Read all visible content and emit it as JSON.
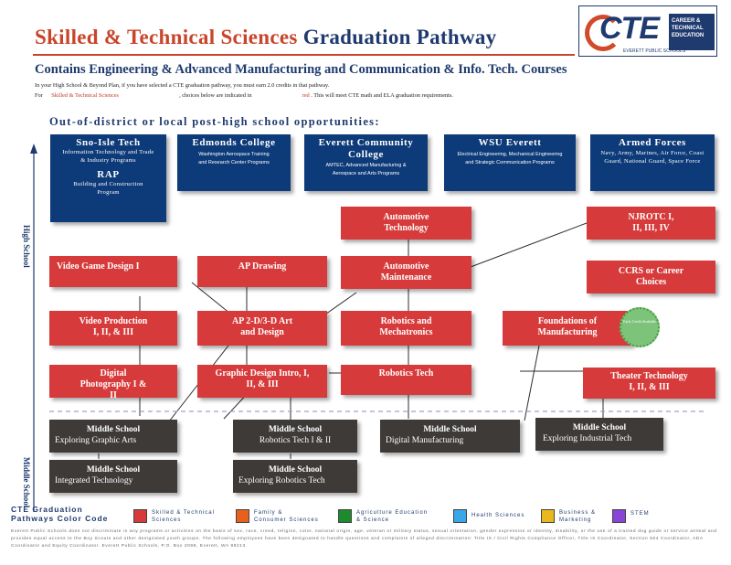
{
  "header": {
    "title_part1": "Skilled & Technical Sciences",
    "title_part2": "Graduation Pathway",
    "subtitle": "Contains Engineering & Advanced Manufacturing and Communication & Info. Tech. Courses",
    "intro_line1": "In your High School & Beyond Plan, if you have selected a CTE graduation pathway, you must earn 2.0 credits in that pathway.",
    "intro_line2_a": "For",
    "intro_line2_b": "Skilled & Technical Sciences",
    "intro_line2_c": ", choices below are indicated in",
    "intro_line2_d": "red",
    "intro_line2_e": ". This will meet CTE math and ELA graduation requirements."
  },
  "logo": {
    "text": "CTE",
    "box_text": "CAREER & TECHNICAL EDUCATION",
    "sub": "EVERETT PUBLIC SCHOOLS"
  },
  "opportunities_title": "Out-of-district or local post-high school opportunities:",
  "side_labels": {
    "high_school": "High School",
    "middle_school": "Middle School"
  },
  "post_high_school": [
    {
      "title": "Sno-Isle Tech",
      "desc": "Information Technology and Trade & Industry Programs",
      "title2": "RAP",
      "desc2": "Building and Construction Program"
    },
    {
      "title": "Edmonds College",
      "desc": "Washington Aerospace Training and Research Center Programs"
    },
    {
      "title": "Everett Community College",
      "desc": "AMTEC, Advanced Manufacturing & Aerospace and Arts Programs"
    },
    {
      "title": "WSU Everett",
      "desc": "Electrical Engineering, Mechanical Engineering and Strategic Communication Programs"
    },
    {
      "title": "Armed Forces",
      "desc": "Navy, Army, Marines, Air Force, Coast Guard, National Guard, Space Force"
    }
  ],
  "high_school_courses": {
    "automotive_technology": "Automotive Technology",
    "njrotc": "NJROTC I, II, III, IV",
    "video_game_design": "Video Game Design I",
    "ap_drawing": "AP Drawing",
    "automotive_maintenance": "Automotive Maintenance",
    "ccrs": "CCRS or Career Choices",
    "video_production": "Video Production I, II, & III",
    "ap_2d3d": "AP 2-D/3-D Art and Design",
    "robotics_mechatronics": "Robotics and Mechatronics",
    "foundations_manufacturing": "Foundations of Manufacturing",
    "digital_photography": "Digital Photography I & II",
    "graphic_design": "Graphic Design Intro, I, II, & III",
    "robotics_tech": "Robotics Tech",
    "theater_technology": "Theater Technology I, II, & III"
  },
  "badge_text": "Early Credit Available",
  "middle_school_courses": [
    {
      "title": "Middle School",
      "course": "Exploring Graphic Arts"
    },
    {
      "title": "Middle School",
      "course": "Robotics Tech I & II"
    },
    {
      "title": "Middle School",
      "course": "Digital Manufacturing"
    },
    {
      "title": "Middle School",
      "course": "Exploring Industrial Tech"
    },
    {
      "title": "Middle School",
      "course": "Integrated Technology"
    },
    {
      "title": "Middle School",
      "course": "Exploring Robotics Tech"
    }
  ],
  "legend": {
    "title_line1": "CTE Graduation",
    "title_line2": "Pathways Color Code",
    "items": [
      {
        "label_line1": "Skilled & Technical",
        "label_line2": "Sciences",
        "color": "#d73a3a"
      },
      {
        "label_line1": "Family &",
        "label_line2": "Consumer Sciences",
        "color": "#e8601c"
      },
      {
        "label_line1": "Agriculture Education",
        "label_line2": "& Science",
        "color": "#1e8a2e"
      },
      {
        "label_line1": "Health Sciences",
        "label_line2": "",
        "color": "#3aa7e8"
      },
      {
        "label_line1": "Business &",
        "label_line2": "Marketing",
        "color": "#e8b81c"
      },
      {
        "label_line1": "STEM",
        "label_line2": "",
        "color": "#8a44d6"
      }
    ]
  },
  "footer": "Everett Public Schools does not discriminate in any programs or activities on the basis of sex, race, creed, religion, color, national origin, age, veteran or military status, sexual orientation, gender expression or identity, disability, or the use of a trained dog guide or service animal and provides equal access to the Boy Scouts and other designated youth groups. The following employees have been designated to handle questions and complaints of alleged discrimination: Title IX / Civil Rights Compliance Officer, Title IX Coordinator, Section 504 Coordinator, ADA Coordinator and Equity Coordinator. Everett Public Schools, P.O. Box 2098, Everett, WA 98213."
}
